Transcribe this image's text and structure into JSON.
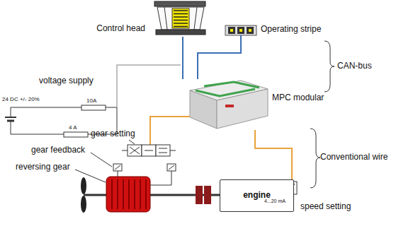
{
  "diagram": {
    "nodes": [
      {
        "text": [
          "Control head"
        ]
      },
      {
        "text": [
          "Operating stripe"
        ]
      },
      {
        "text": [
          "MPC modular"
        ]
      },
      {
        "text": [
          "engine"
        ]
      }
    ],
    "edges": [
      {
        "from": 0,
        "to": 2,
        "arrow": "none"
      },
      {
        "from": 1,
        "to": 2,
        "arrow": "none"
      },
      {
        "from": 2,
        "to": 3,
        "arrow": "none"
      }
    ],
    "labels": [
      "voltage supply",
      "24 DC +/- 20%",
      "10A",
      "4 A",
      "CAN-bus",
      "Conventional wire",
      "gear setting",
      "gear feedback",
      "reversing gear",
      "speed setting",
      "4...20 mA"
    ]
  }
}
